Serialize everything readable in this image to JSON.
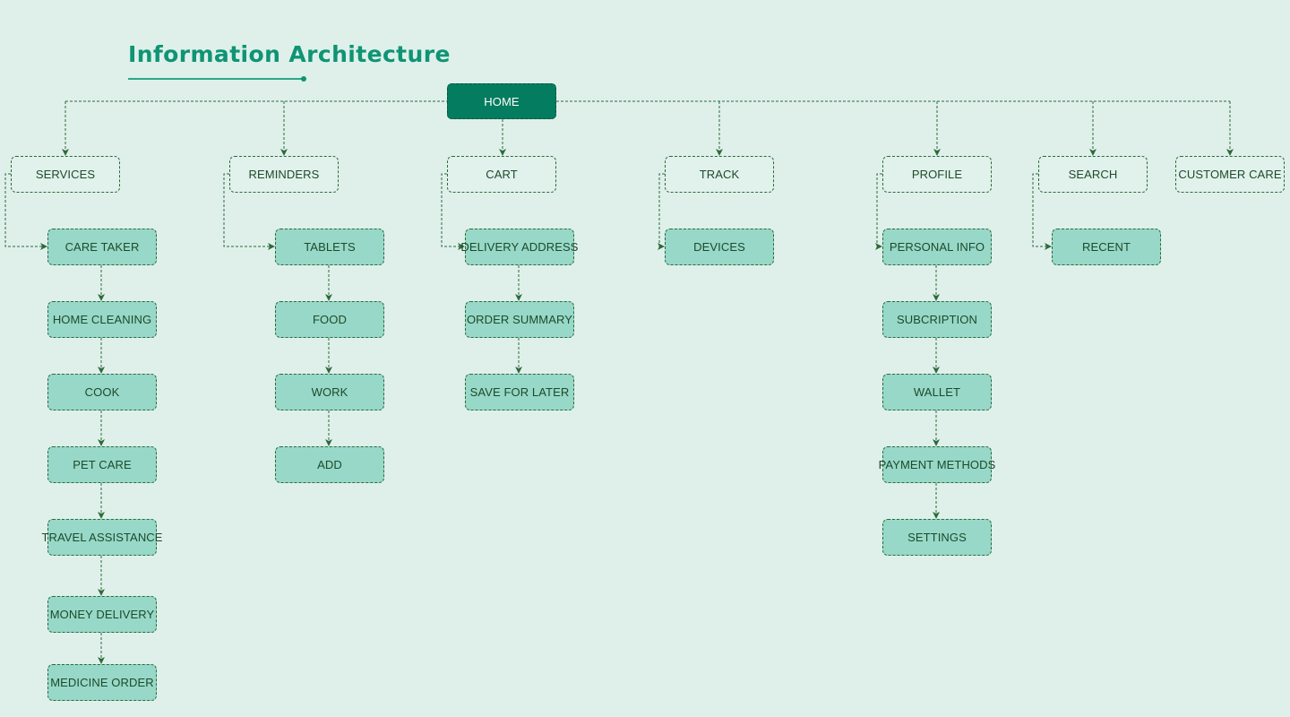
{
  "title": "Information Architecture",
  "colors": {
    "background": "#dff0eb",
    "accent": "#0f9474",
    "root_fill": "#047c5f",
    "child_fill": "#97d8c8",
    "line": "#2e6a3a"
  },
  "root": {
    "label": "HOME"
  },
  "sections": [
    {
      "label": "SERVICES",
      "children": [
        "CARE TAKER",
        "HOME CLEANING",
        "COOK",
        "PET CARE",
        "TRAVEL ASSISTANCE",
        "MONEY DELIVERY",
        "MEDICINE ORDER"
      ]
    },
    {
      "label": "REMINDERS",
      "children": [
        "TABLETS",
        "FOOD",
        "WORK",
        "ADD"
      ]
    },
    {
      "label": "CART",
      "children": [
        "DELIVERY ADDRESS",
        "ORDER SUMMARY",
        "SAVE FOR LATER"
      ]
    },
    {
      "label": "TRACK",
      "children": [
        "DEVICES"
      ]
    },
    {
      "label": "PROFILE",
      "children": [
        "PERSONAL INFO",
        "SUBCRIPTION",
        "WALLET",
        "PAYMENT METHODS",
        "SETTINGS"
      ]
    },
    {
      "label": "SEARCH",
      "children": [
        "RECENT"
      ]
    },
    {
      "label": "CUSTOMER CARE",
      "children": []
    }
  ]
}
